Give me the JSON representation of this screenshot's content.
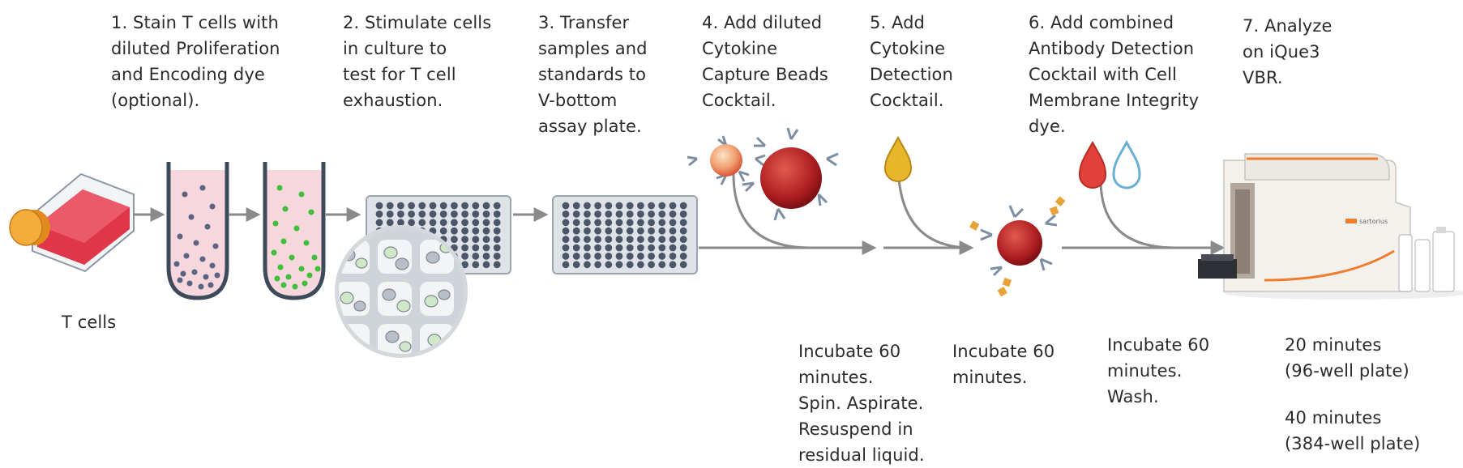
{
  "steps": [
    {
      "label": "1. Stain T cells with\ndiluted Proliferation\nand Encoding dye\n(optional)."
    },
    {
      "label": "2. Stimulate cells\n    in culture to\n    test for T cell\n    exhaustion."
    },
    {
      "label": "3. Transfer\n    samples and\n    standards to\n    V-bottom\n    assay plate."
    },
    {
      "label": "4. Add diluted\n    Cytokine\n    Capture Beads\n    Cocktail."
    },
    {
      "label": "5. Add\n    Cytokine\n    Detection\n    Cocktail."
    },
    {
      "label": "6. Add combined\n    Antibody Detection\n    Cocktail with Cell\n    Membrane Integrity\n    dye."
    },
    {
      "label": "7. Analyze\n    on iQue3\n    VBR."
    }
  ],
  "flask_label": "T cells",
  "instrument_brand": "sartorius",
  "incubations": [
    {
      "text": "Incubate 60\nminutes.\nSpin. Aspirate.\nResuspend in\nresidual liquid."
    },
    {
      "text": "Incubate 60\nminutes."
    },
    {
      "text": "Incubate 60\nminutes.\nWash."
    }
  ],
  "analysis_times": [
    {
      "text": "20 minutes\n(96-well plate)"
    },
    {
      "text": "40 minutes\n(384-well plate)"
    }
  ],
  "colors": {
    "arrow": "#8a8a8a",
    "flask_red": "#e0364a",
    "cap_orange": "#f0a02a",
    "proliferation_dots": "#5c6380",
    "encoding_dots": "#3fbf3a",
    "tube_fill": "#f7d7de",
    "bead_red": "#b01f22",
    "detection_drop": "#e8b62a",
    "viability_drop": "#e3423c",
    "membrane_drop": "#6aaed6",
    "instrument_accent": "#ef7d2c"
  }
}
